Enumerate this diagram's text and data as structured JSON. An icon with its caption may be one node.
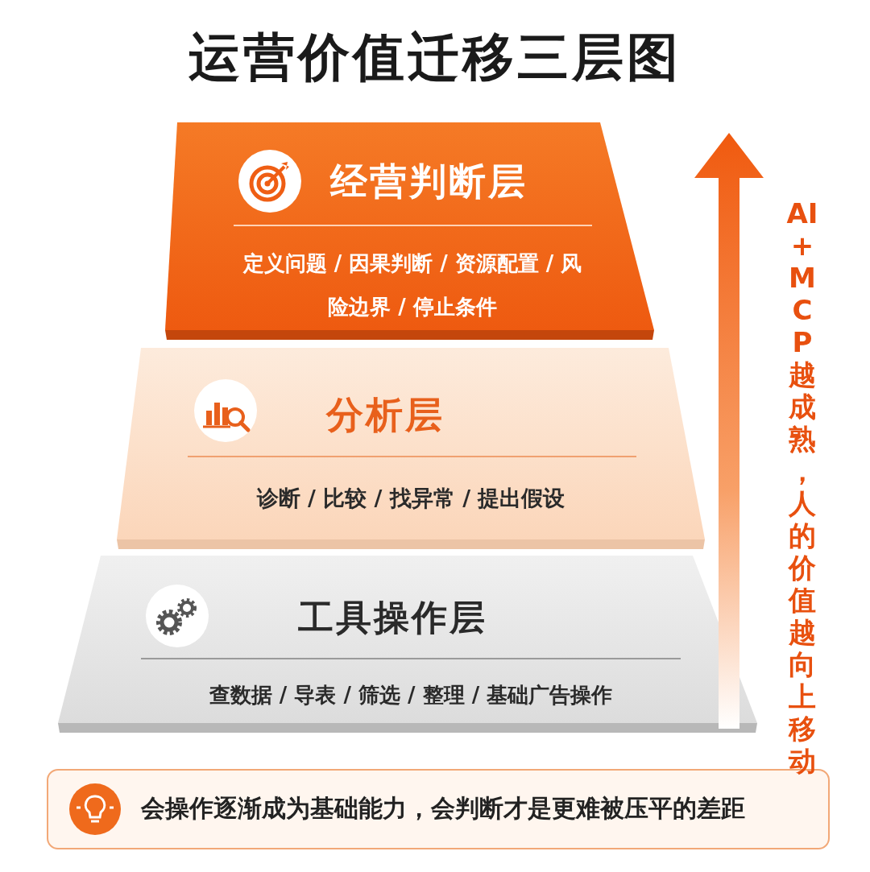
{
  "diagram": {
    "title": "运营价值迁移三层图",
    "nodes": [
      {
        "text": [
          "经营判断层",
          "定义问题 / 因果判断 / 资源配置 / 风险边界 / 停止条件"
        ]
      },
      {
        "text": [
          "分析层",
          "诊断 / 比较 / 找异常 / 提出假设"
        ]
      },
      {
        "text": [
          "工具操作层",
          "查数据 / 导表 / 筛选 / 整理 / 基础广告操作"
        ]
      },
      {
        "text": [
          "会操作逐渐成为基础能力，会判断才是更难被压平的差距"
        ]
      }
    ],
    "edges": [],
    "labels": [
      "AI+MCP越成熟，人的价值越向上移动"
    ]
  }
}
